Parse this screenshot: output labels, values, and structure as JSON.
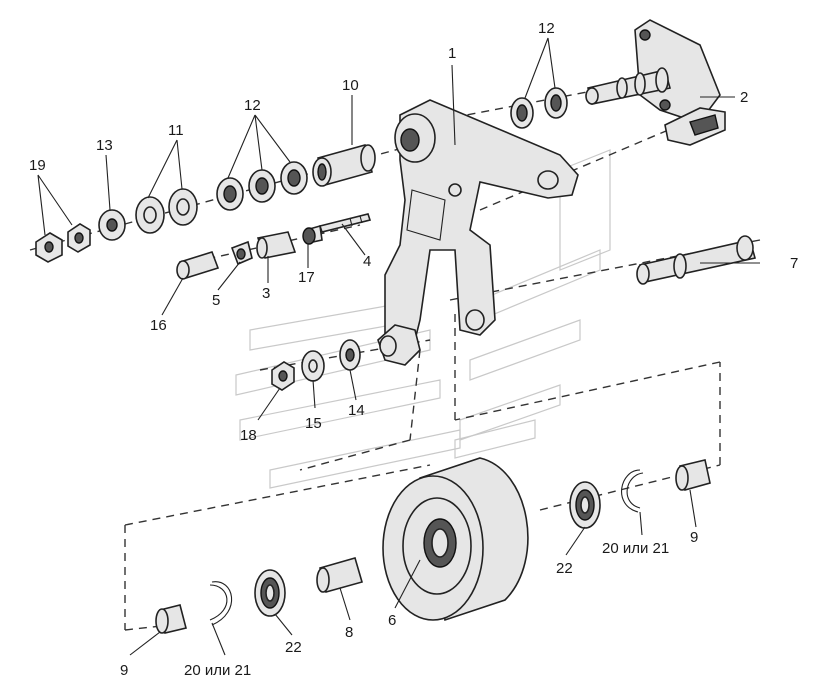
{
  "diagram": {
    "labels": {
      "l1": "1",
      "l2": "2",
      "l3": "3",
      "l4": "4",
      "l5": "5",
      "l6": "6",
      "l7": "7",
      "l8": "8",
      "l9a": "9",
      "l9b": "9",
      "l10": "10",
      "l11": "11",
      "l12a": "12",
      "l12b": "12",
      "l13": "13",
      "l14": "14",
      "l15": "15",
      "l16": "16",
      "l17": "17",
      "l18": "18",
      "l19": "19",
      "l20a": "20 или 21",
      "l20b": "20 или 21",
      "l22a": "22",
      "l22b": "22"
    }
  }
}
